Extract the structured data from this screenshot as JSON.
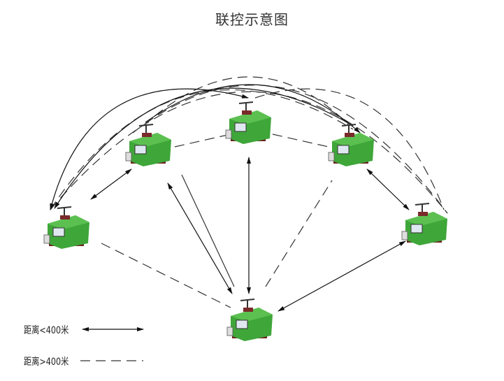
{
  "title": "联控示意图",
  "legend": [
    {
      "label": "距离<400米",
      "line_style": "solid-arrow"
    },
    {
      "label": "距离>400米",
      "line_style": "dashed"
    }
  ],
  "colors": {
    "device_green": "#3fa63a",
    "device_base": "#6b1f1f",
    "line": "#222222"
  }
}
